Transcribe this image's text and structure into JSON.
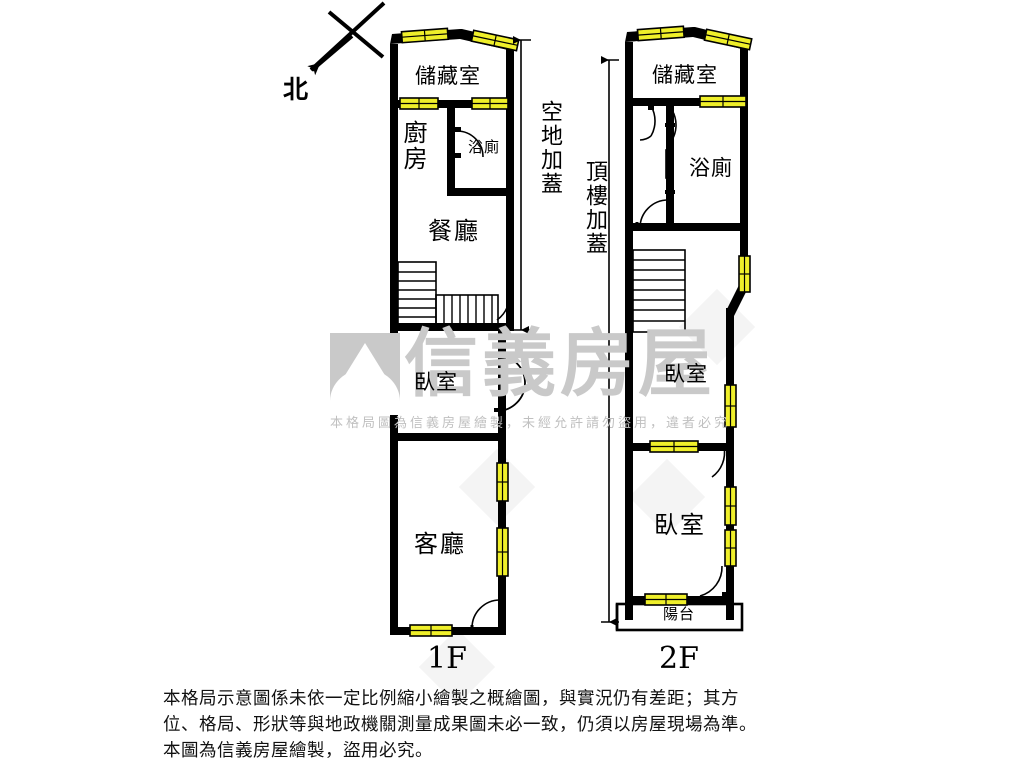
{
  "meta": {
    "compass_label": "北",
    "floor1_label": "1F",
    "floor2_label": "2F"
  },
  "annotations": {
    "floor1_dimension_label": "空地加蓋",
    "floor2_dimension_label": "頂樓加蓋"
  },
  "floor1": {
    "label": "1F",
    "rooms": [
      {
        "name": "儲藏室",
        "key": "storage"
      },
      {
        "name": "廚房",
        "key": "kitchen"
      },
      {
        "name": "浴廁",
        "key": "bathroom"
      },
      {
        "name": "餐廳",
        "key": "dining"
      },
      {
        "name": "臥室",
        "key": "bedroom-1"
      },
      {
        "name": "客廳",
        "key": "living"
      }
    ]
  },
  "floor2": {
    "label": "2F",
    "rooms": [
      {
        "name": "儲藏室",
        "key": "storage"
      },
      {
        "name": "浴廁",
        "key": "bathroom"
      },
      {
        "name": "臥室",
        "key": "bedroom-1"
      },
      {
        "name": "臥室",
        "key": "bedroom-2"
      },
      {
        "name": "陽台",
        "key": "balcony"
      }
    ]
  },
  "watermark": {
    "brand": "信義房屋",
    "notice": "本格局圖為信義房屋繪製，未經允許請勿盜用，違者必究"
  },
  "disclaimer": {
    "line1": "本格局示意圖係未依一定比例縮小繪製之概繪圖，與實況仍有差距；其方",
    "line2": "位、格局、形狀等與地政機關測量成果圖未必一致，仍須以房屋現場為準。",
    "line3": "本圖為信義房屋繪製，盜用必究。"
  },
  "colors": {
    "wall": "#000000",
    "window_fill": "#efef2a",
    "background": "#ffffff",
    "watermark": "#c9c9c9",
    "text": "#000000"
  }
}
